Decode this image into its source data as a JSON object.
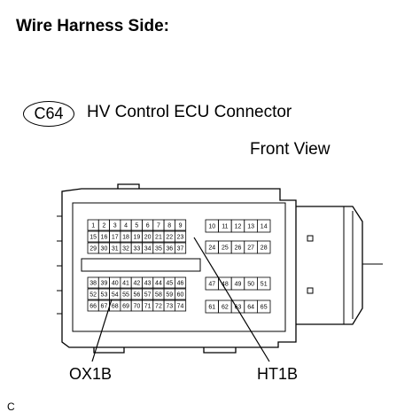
{
  "heading": "Wire Harness Side:",
  "connector": {
    "code": "C64",
    "name": "HV Control ECU Connector",
    "view": "Front View"
  },
  "callouts": {
    "left_terminal": "OX1B",
    "right_terminal": "HT1B"
  },
  "figure_code": "C",
  "pins": {
    "upper_left_row1": [
      "1",
      "2",
      "3",
      "4",
      "5",
      "6",
      "7",
      "8",
      "9"
    ],
    "upper_left_row2": [
      "15",
      "16",
      "17",
      "18",
      "19",
      "20",
      "21",
      "22",
      "23"
    ],
    "upper_left_row3": [
      "29",
      "30",
      "31",
      "32",
      "33",
      "34",
      "35",
      "36",
      "37"
    ],
    "upper_right_row1": [
      "10",
      "11",
      "12",
      "13",
      "14"
    ],
    "upper_right_row2": [
      "24",
      "25",
      "26",
      "27",
      "28"
    ],
    "lower_left_row1": [
      "38",
      "39",
      "40",
      "41",
      "42",
      "43",
      "44",
      "45",
      "46"
    ],
    "lower_left_row2": [
      "52",
      "53",
      "54",
      "55",
      "56",
      "57",
      "58",
      "59",
      "60"
    ],
    "lower_left_row3": [
      "66",
      "67",
      "68",
      "69",
      "70",
      "71",
      "72",
      "73",
      "74"
    ],
    "lower_right_row1": [
      "47",
      "48",
      "49",
      "50",
      "51"
    ],
    "lower_right_row2": [
      "61",
      "62",
      "63",
      "64",
      "65"
    ]
  }
}
